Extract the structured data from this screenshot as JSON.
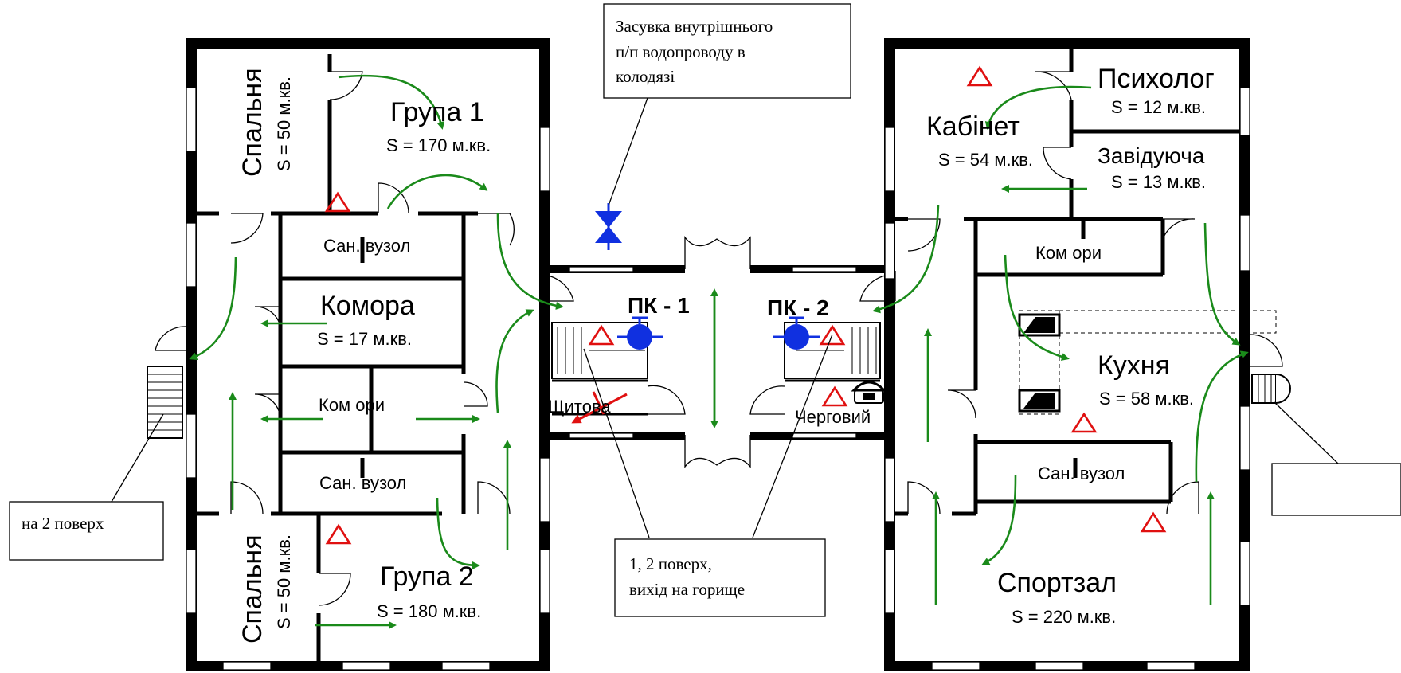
{
  "callouts": {
    "valve": "Засувка внутрішнього п/п водопроводу в колодязі",
    "valve_lines": [
      "Засувка внутрішнього",
      "п/п водопроводу в",
      "колодязі"
    ],
    "stairs_left": "на 2 поверх",
    "stairs_attic": [
      "1, 2 поверх,",
      "вихід на горище"
    ],
    "right_box": ""
  },
  "rooms": {
    "group1": {
      "name": "Група 1",
      "area": "S = 170 м.кв."
    },
    "bedroom1": {
      "name": "Спальня",
      "area": "S = 50 м.кв."
    },
    "bath1": {
      "name": "Сан.  вузол"
    },
    "storage": {
      "name": "Комора",
      "area": "S = 17 м.кв."
    },
    "storerooms_left": {
      "name": "Ком  ори"
    },
    "bath2": {
      "name": "Сан.  вузол"
    },
    "bedroom2": {
      "name": "Спальня",
      "area": "S = 50 м.кв."
    },
    "group2": {
      "name": "Група 2",
      "area": "S = 180 м.кв."
    },
    "switchboard": {
      "name": "Щитова"
    },
    "duty": {
      "name": "Черговий"
    },
    "office": {
      "name": "Кабінет",
      "area": "S = 54 м.кв."
    },
    "psychologist": {
      "name": "Психолог",
      "area": "S = 12 м.кв."
    },
    "head": {
      "name": "Завідуюча",
      "area": "S = 13 м.кв."
    },
    "storerooms_right": {
      "name": "Ком ори"
    },
    "kitchen": {
      "name": "Кухня",
      "area": "S = 58 м.кв."
    },
    "bath3": {
      "name": "Сан.  вузол"
    },
    "gym": {
      "name": "Спортзал",
      "area": "S = 220 м.кв."
    }
  },
  "hydrants": {
    "pk1": "ПК - 1",
    "pk2": "ПК - 2"
  },
  "colors": {
    "walls": "#000000",
    "evacuation_arrows": "#1a8a1a",
    "hazard_markers": "#e01010",
    "hydrant_symbols": "#1030e0"
  },
  "icons": [
    "hazard-triangle-icon",
    "fire-hydrant-icon",
    "gate-valve-icon",
    "telephone-icon",
    "staircase-icon",
    "evacuation-arrow-icon"
  ]
}
